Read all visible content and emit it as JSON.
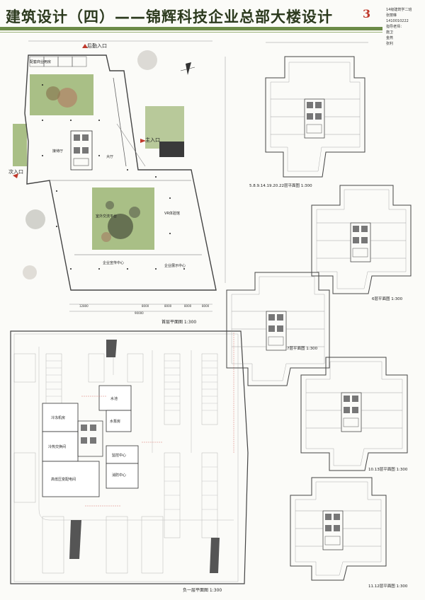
{
  "header": {
    "title": "建筑设计（四）——锦辉科技企业总部大楼设计",
    "page_number": "3",
    "info_lines": [
      "14级建筑学二班",
      "张丽琳",
      "1410010222",
      "指导老师：",
      "施卫",
      "金燕",
      "张利"
    ]
  },
  "drawings": {
    "ground_floor": "首层平面图  1:300",
    "basement": "负一层平面图  1:300",
    "floor_5_22": "5.8.9.14.19.20.22层平面图  1:300",
    "floor_6": "6层平面图  1:300",
    "floor_7": "7层平面图  1:300",
    "floor_10_13": "10.13层平面图  1:300",
    "floor_11_12": "11.12层平面图  1:300"
  },
  "ground_floor_labels": {
    "rear_entrance": "后勤入口",
    "main_entrance": "主入口",
    "secondary_entrance": "次入口",
    "shop": "配套商业用房",
    "lobby": "接待厅",
    "hall": "大厅",
    "exchange": "室外交流平台",
    "vr": "VR体验馆",
    "center1": "企业宣传中心",
    "center2": "企业展示中心"
  },
  "basement_labels": {
    "cold_room": "冷冻机房",
    "heat_exchange": "冷热交换间",
    "substation": "高低压变配电间",
    "water_tank": "水池",
    "pump": "水泵房",
    "monitor": "监控中心",
    "fire_control": "消防中心"
  },
  "colors": {
    "accent_green": "#6c8b48",
    "page_num_red": "#c0392b",
    "lawn": "#a9bf86",
    "tree": "#8a7a52"
  }
}
